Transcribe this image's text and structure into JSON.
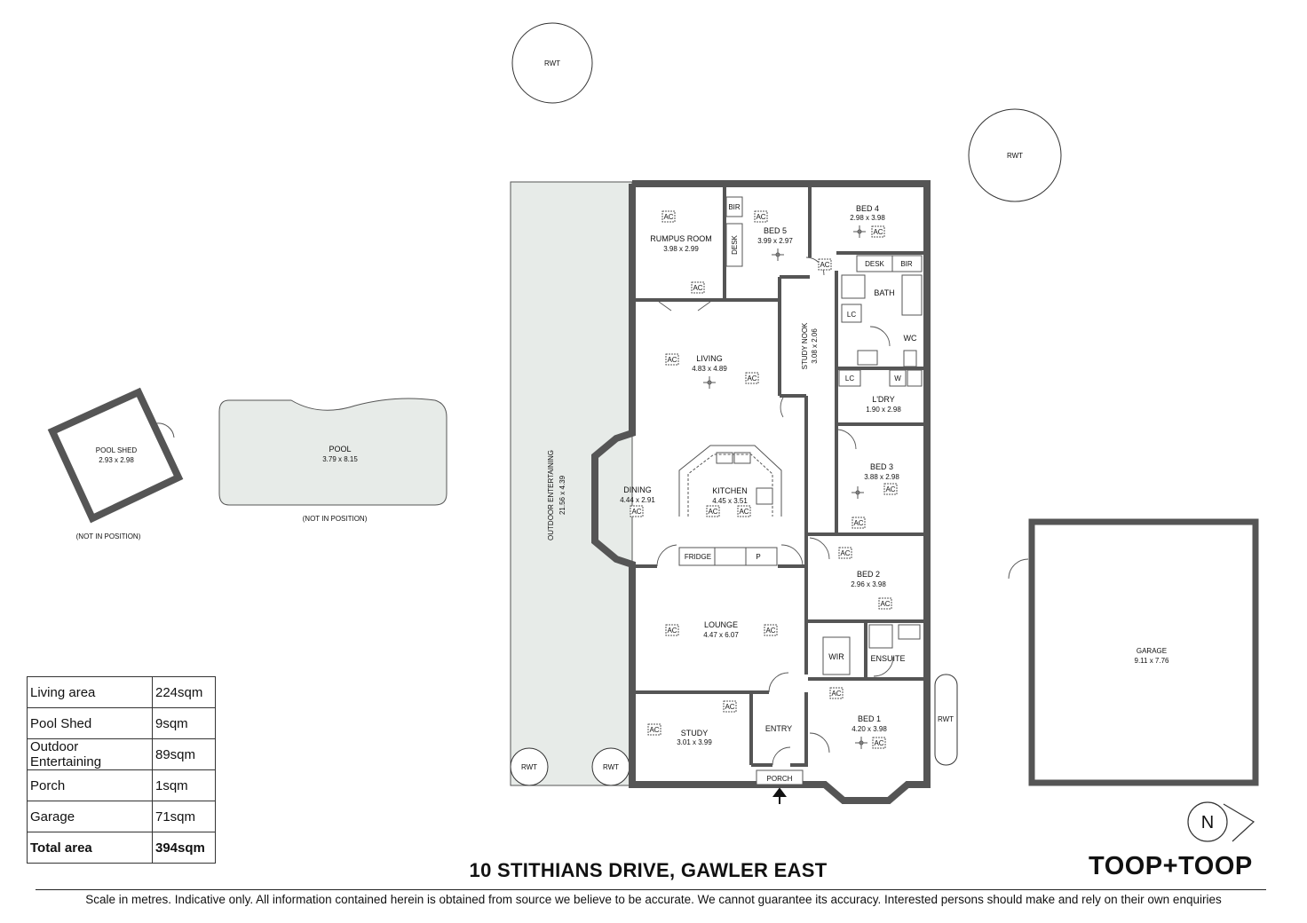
{
  "rooms": {
    "rumpus_room": {
      "name": "RUMPUS ROOM",
      "dims": "3.98 x 2.99"
    },
    "bed5": {
      "name": "BED 5",
      "dims": "3.99 x 2.97"
    },
    "bed4": {
      "name": "BED 4",
      "dims": "2.98 x 3.98"
    },
    "living": {
      "name": "LIVING",
      "dims": "4.83 x 4.89"
    },
    "study_nook": {
      "name": "STUDY NOOK",
      "dims": "3.08 x 2.06"
    },
    "bath": {
      "name": "BATH"
    },
    "wc": {
      "name": "WC"
    },
    "laundry": {
      "name": "L'DRY",
      "dims": "1.90 x 2.98"
    },
    "dining": {
      "name": "DINING",
      "dims": "4.44 x 2.91"
    },
    "kitchen": {
      "name": "KITCHEN",
      "dims": "4.45 x 3.51"
    },
    "bed3": {
      "name": "BED 3",
      "dims": "3.88 x 2.98"
    },
    "bed2": {
      "name": "BED 2",
      "dims": "2.96 x 3.98"
    },
    "lounge": {
      "name": "LOUNGE",
      "dims": "4.47 x 6.07"
    },
    "wir": {
      "name": "WIR"
    },
    "ensuite": {
      "name": "ENSUITE"
    },
    "study": {
      "name": "STUDY",
      "dims": "3.01 x 3.99"
    },
    "entry": {
      "name": "ENTRY"
    },
    "bed1": {
      "name": "BED 1",
      "dims": "4.20 x 3.98"
    },
    "porch": {
      "name": "PORCH"
    },
    "garage": {
      "name": "GARAGE",
      "dims": "9.11 x 7.76"
    },
    "pool": {
      "name": "POOL",
      "dims": "3.79 x 8.15",
      "note": "(NOT IN POSITION)"
    },
    "pool_shed": {
      "name": "POOL SHED",
      "dims": "2.93 x 2.98",
      "note": "(NOT IN POSITION)"
    },
    "outdoor": {
      "name": "OUTDOOR ENTERTAINING",
      "dims": "21.56 x 4.39"
    }
  },
  "fixtures": {
    "bir": "BIR",
    "desk": "DESK",
    "lc": "LC",
    "w": "W",
    "fridge": "FRIDGE",
    "pantry": "P",
    "rwt": "RWT",
    "ac": "AC"
  },
  "areas": [
    {
      "label": "Living area",
      "value": "224sqm"
    },
    {
      "label": "Pool Shed",
      "value": "9sqm"
    },
    {
      "label": "Outdoor Entertaining",
      "value": "89sqm"
    },
    {
      "label": "Porch",
      "value": "1sqm"
    },
    {
      "label": "Garage",
      "value": "71sqm"
    },
    {
      "label": "Total area",
      "value": "394sqm"
    }
  ],
  "address": "10 STITHIANS DRIVE, GAWLER EAST",
  "brand": "TOOP+TOOP",
  "compass": "N",
  "disclaimer": "Scale in metres. Indicative only. All information contained herein is obtained from source we believe to be accurate. We cannot guarantee its accuracy. Interested persons should make and rely on their own enquiries"
}
